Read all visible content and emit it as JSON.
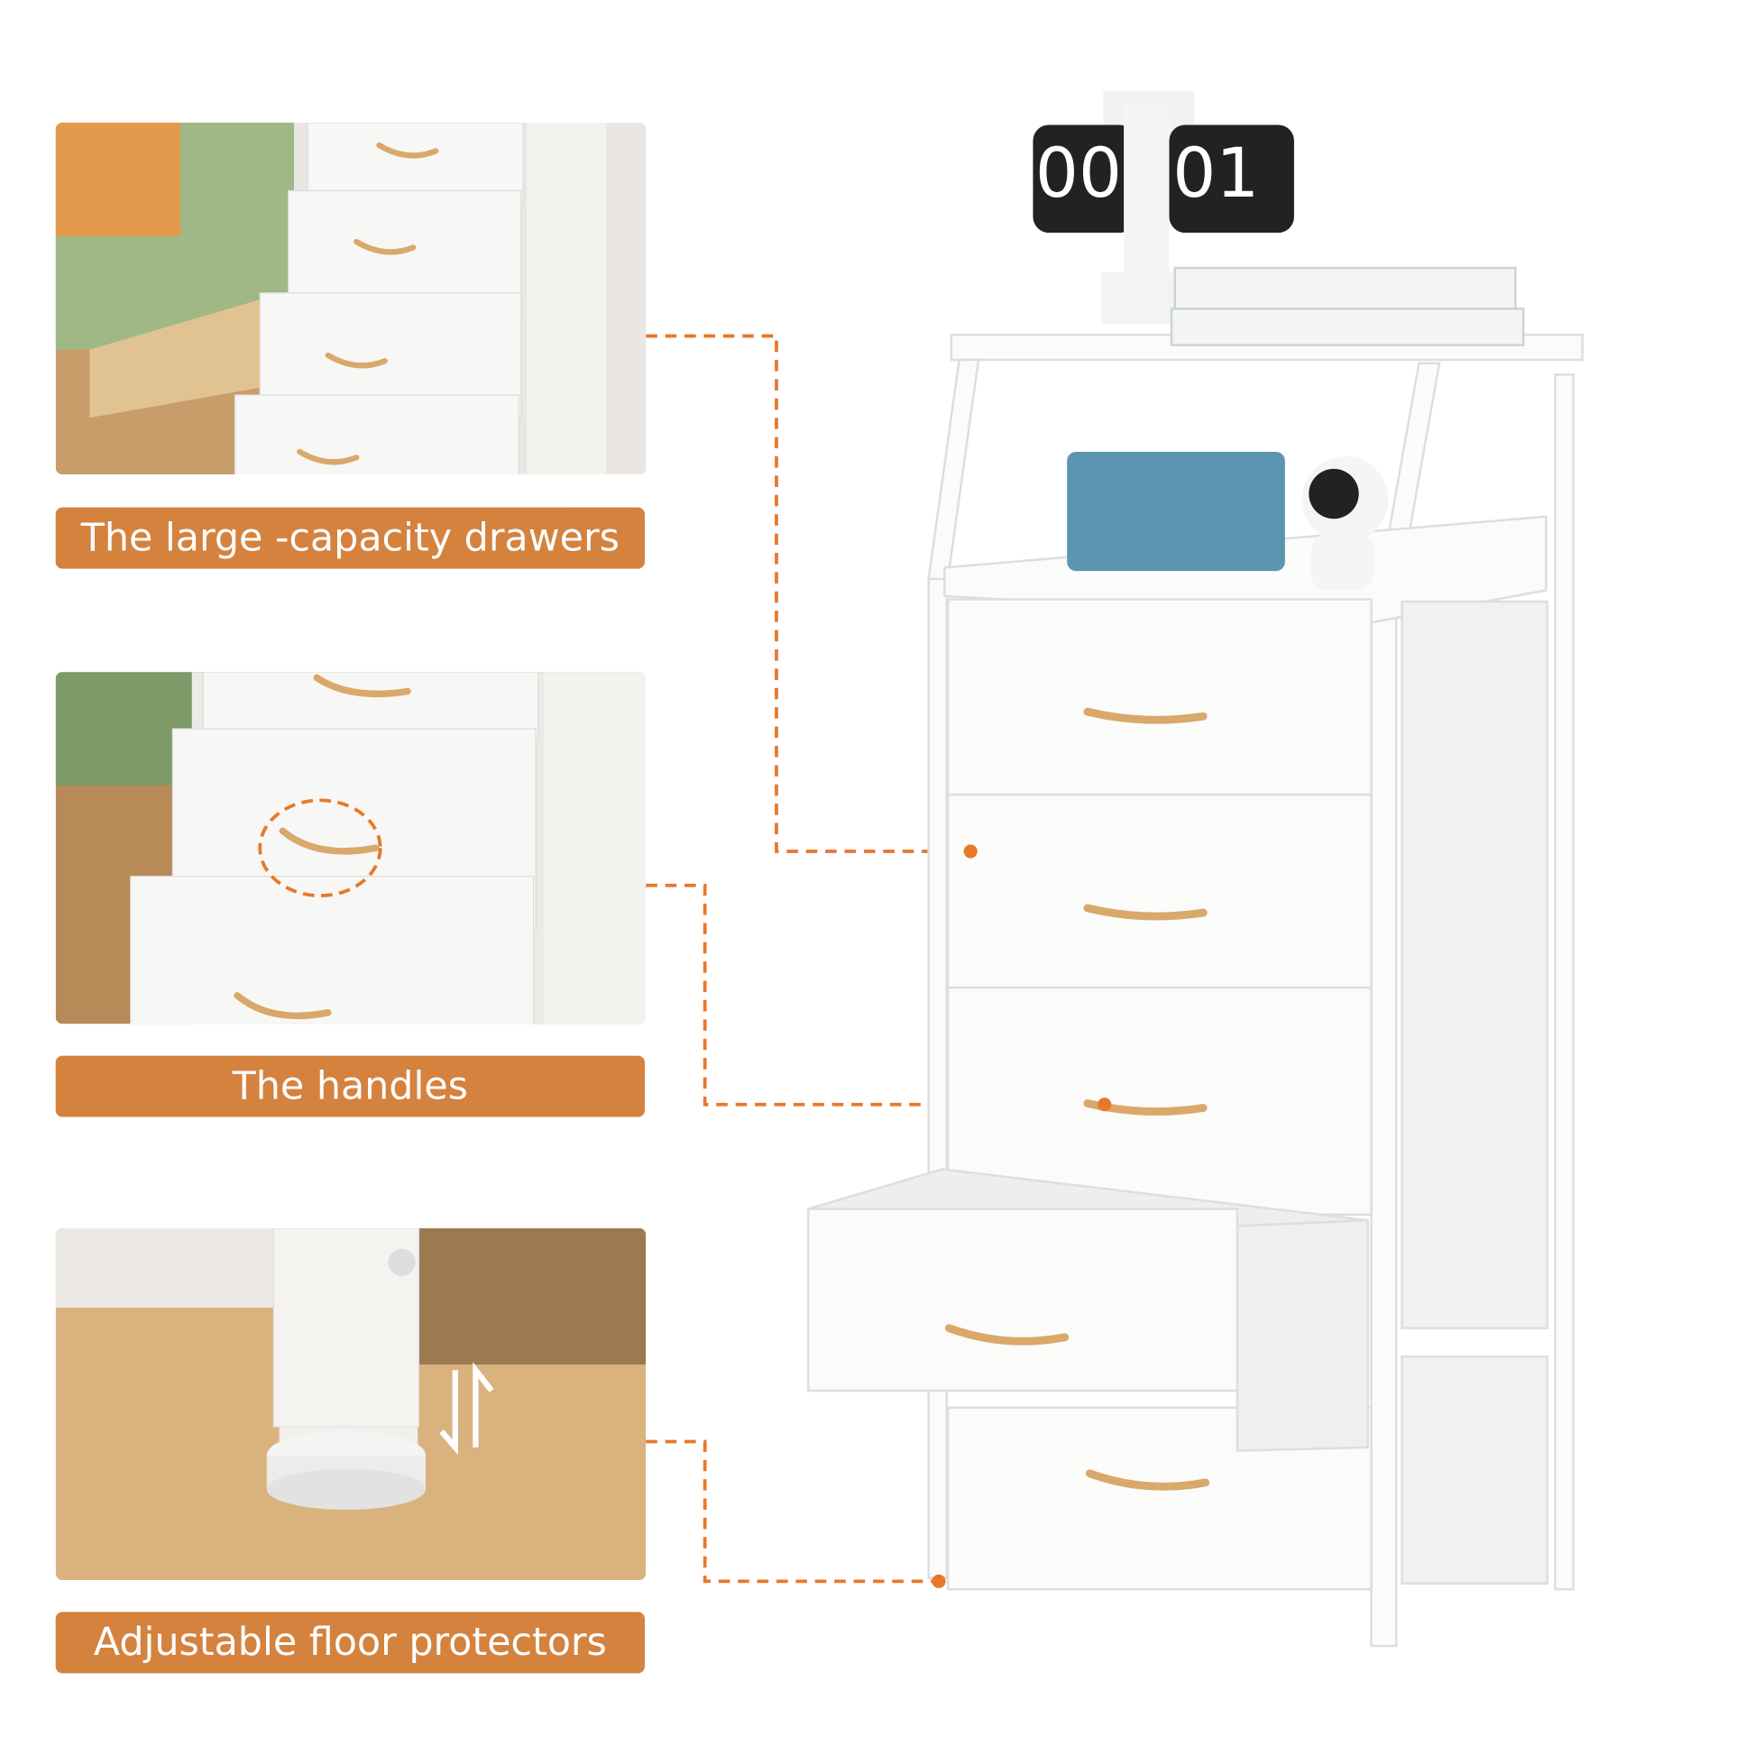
{
  "features": [
    {
      "label": "The large -capacity drawers"
    },
    {
      "label": "The handles"
    },
    {
      "label": "Adjustable floor protectors"
    }
  ],
  "clock": {
    "hours": "00",
    "minutes": "01"
  },
  "colors": {
    "label_bg": "#d4823e",
    "leader_line": "#e8782a",
    "wood": "#d9a86b",
    "frame": "#ffffff"
  }
}
